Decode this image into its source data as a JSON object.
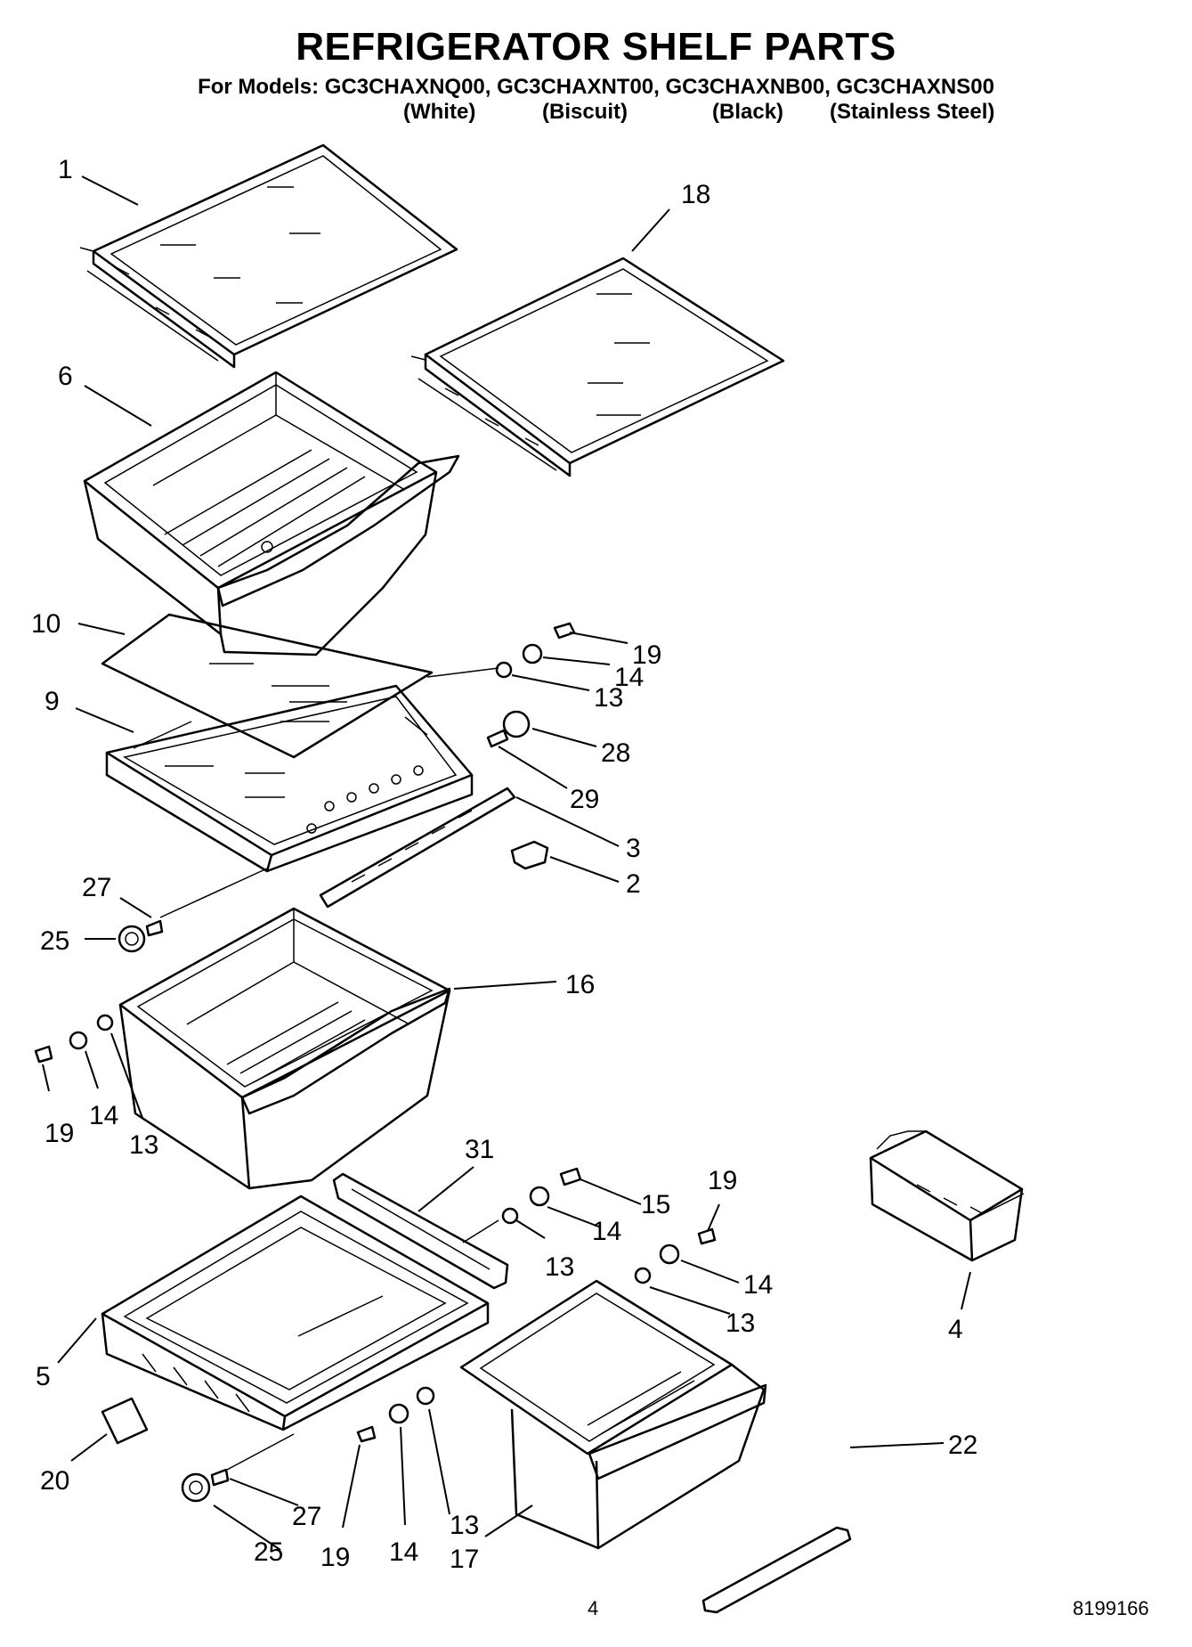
{
  "title": "REFRIGERATOR SHELF PARTS",
  "models_line": "For Models: GC3CHAXNQ00, GC3CHAXNT00, GC3CHAXNB00, GC3CHAXNS00",
  "variants": [
    "(White)",
    "(Biscuit)",
    "(Black)",
    "(Stainless Steel)"
  ],
  "callouts": [
    "1",
    "18",
    "6",
    "10",
    "19",
    "14",
    "13",
    "9",
    "28",
    "29",
    "3",
    "2",
    "27",
    "25",
    "16",
    "19",
    "14",
    "13",
    "31",
    "15",
    "19",
    "14",
    "13",
    "14",
    "13",
    "4",
    "5",
    "20",
    "27",
    "25",
    "19",
    "14",
    "13",
    "17",
    "22"
  ],
  "footer": {
    "page_number": "4",
    "doc_number": "8199166"
  }
}
